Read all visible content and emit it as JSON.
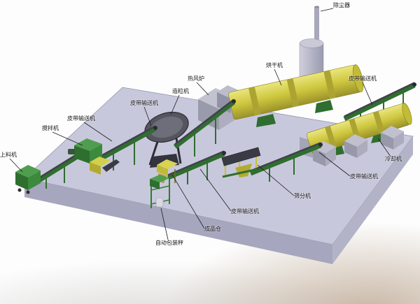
{
  "diagram": {
    "labels": [
      {
        "id": "feeder",
        "text": "上料机"
      },
      {
        "id": "mixer",
        "text": "搅拌机"
      },
      {
        "id": "belt-conveyor-1",
        "text": "皮带输送机"
      },
      {
        "id": "belt-conveyor-2",
        "text": "皮带输送机"
      },
      {
        "id": "granulator",
        "text": "造粒机"
      },
      {
        "id": "hot-air-furnace",
        "text": "热风炉"
      },
      {
        "id": "dryer",
        "text": "烘干机"
      },
      {
        "id": "dust-collector",
        "text": "除尘器"
      },
      {
        "id": "belt-conveyor-3",
        "text": "皮带输送机"
      },
      {
        "id": "cooler",
        "text": "冷却机"
      },
      {
        "id": "belt-conveyor-4",
        "text": "皮带输送机"
      },
      {
        "id": "screening-machine",
        "text": "筛分机"
      },
      {
        "id": "belt-conveyor-5",
        "text": "皮带输送机"
      },
      {
        "id": "finished-product-bin",
        "text": "成品仓"
      },
      {
        "id": "auto-packing-scale",
        "text": "自动包装秤"
      }
    ],
    "colors": {
      "platform_top": "#c8c8dc",
      "platform_front": "#a6a6bf",
      "platform_side": "#b3b3c8",
      "equipment_yellow": "#cdc63e",
      "equipment_green": "#2f6e2f",
      "block_gray": "#b6b6c8",
      "label_text": "#141414"
    }
  }
}
